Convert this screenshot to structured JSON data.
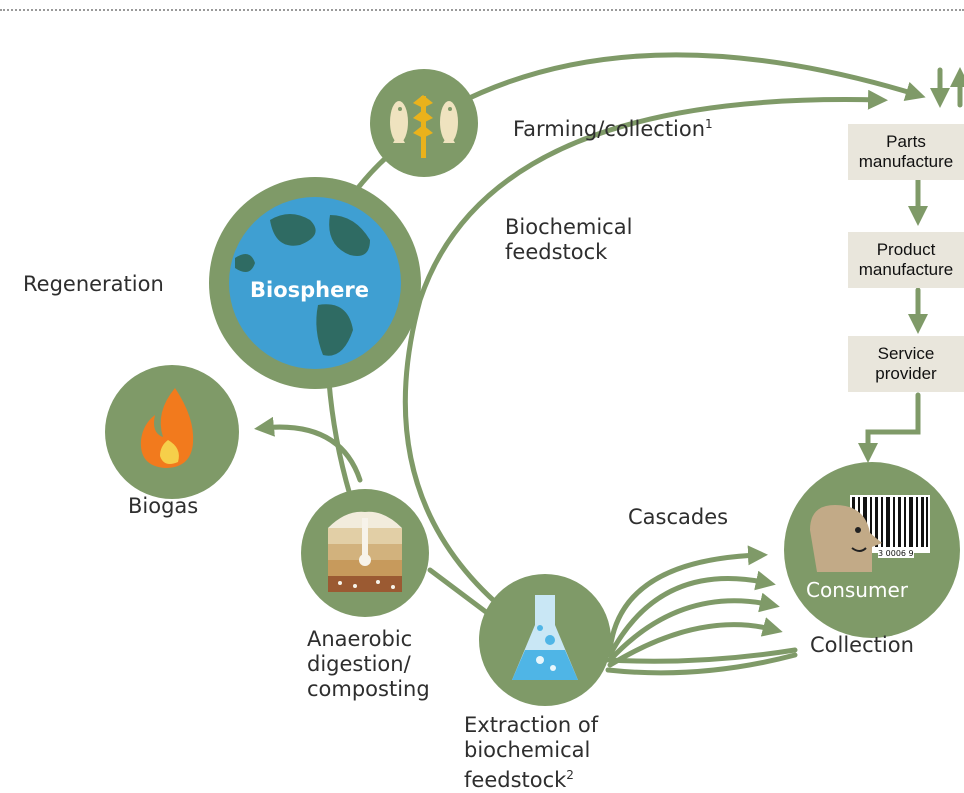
{
  "diagram": {
    "nodes": {
      "farming": {
        "label": "Farming/collection",
        "sup": "1"
      },
      "biosphere": {
        "label": "Biosphere"
      },
      "regeneration": {
        "label": "Regeneration"
      },
      "biogas": {
        "label": "Biogas"
      },
      "anaerobic": {
        "line1": "Anaerobic",
        "line2": "digestion/",
        "line3": "composting"
      },
      "extraction": {
        "line1": "Extraction of",
        "line2": "biochemical",
        "line3": "feedstock",
        "sup": "2"
      },
      "feedstock": {
        "line1": "Biochemical",
        "line2": "feedstock"
      },
      "cascades": {
        "label": "Cascades"
      },
      "consumer": {
        "label": "Consumer",
        "barcode_text": "3 0006 9"
      },
      "collection": {
        "label": "Collection"
      }
    },
    "boxes": {
      "parts": {
        "line1": "Parts",
        "line2": "manufacture"
      },
      "product": {
        "line1": "Product",
        "line2": "manufacture"
      },
      "service": {
        "line1": "Service",
        "line2": "provider"
      }
    },
    "colors": {
      "flow_green": "#7f9a68",
      "circle_green": "#8aa070",
      "biosphere_blue": "#3f9fd2",
      "land_green": "#2f6b63",
      "box_beige": "#e9e6dc",
      "wheat_yellow": "#eab21b",
      "flame_orange": "#f27a1d",
      "flask_blue": "#4fb5e6",
      "face_tan": "#c2aa87"
    },
    "icons": [
      "fish-icon",
      "wheat-icon",
      "globe-icon",
      "flame-icon",
      "soil-layers-icon",
      "flask-icon",
      "person-head-icon",
      "barcode-icon"
    ]
  }
}
